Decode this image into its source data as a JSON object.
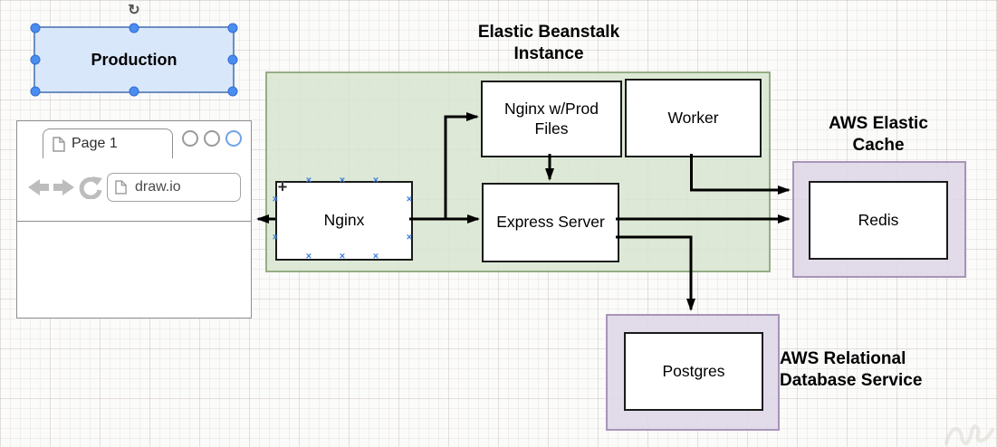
{
  "production": {
    "label": "Production"
  },
  "browser_mockup": {
    "tab_label": "Page 1",
    "url": "draw.io"
  },
  "groups": {
    "beanstalk": {
      "title": "Elastic Beanstalk Instance",
      "fill": "#d7e5cf",
      "stroke": "#95ad85"
    },
    "elasticache": {
      "title": "AWS Elastic Cache",
      "fill": "#dfd7e7",
      "stroke": "#a894b8"
    },
    "rds": {
      "title": "AWS Relational Database Service",
      "fill": "#dfd7e7",
      "stroke": "#a894b8"
    }
  },
  "nodes": {
    "nginx": {
      "label": "Nginx"
    },
    "nginx_prod": {
      "label": "Nginx w/Prod Files"
    },
    "express": {
      "label": "Express Server"
    },
    "worker": {
      "label": "Worker"
    },
    "redis": {
      "label": "Redis"
    },
    "postgres": {
      "label": "Postgres"
    }
  },
  "edges": [
    {
      "from": "Nginx",
      "to": "Browser window"
    },
    {
      "from": "Nginx",
      "to": "Express Server"
    },
    {
      "from": "Nginx",
      "to": "Nginx w/Prod Files"
    },
    {
      "from": "Nginx w/Prod Files",
      "to": "Express Server"
    },
    {
      "from": "Worker",
      "to": "Redis"
    },
    {
      "from": "Express Server",
      "to": "Redis"
    },
    {
      "from": "Express Server",
      "to": "Postgres"
    }
  ],
  "icons": {
    "rotate_handle": "↻",
    "connection_point": "×",
    "move_cursor": "+"
  },
  "colors": {
    "selection_handle": "#4a8cf0",
    "production_fill": "#d9e7fb",
    "production_stroke": "#6c8ebf",
    "edge": "#000000"
  }
}
